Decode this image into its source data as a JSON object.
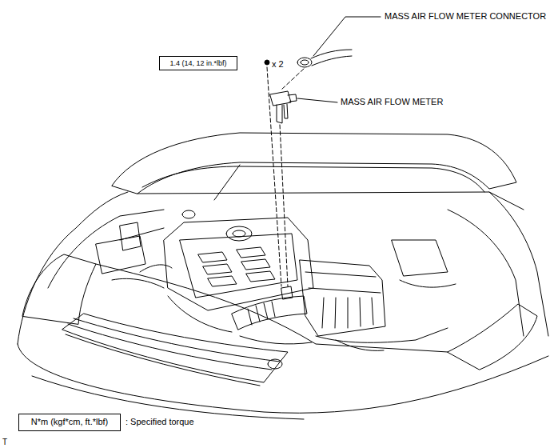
{
  "diagram": {
    "nodes": [
      {
        "text": [
          "1.4 (14, 12 in.*lbf)"
        ]
      },
      {
        "text": [
          "N*m (kgf*cm, ft.*lbf)"
        ]
      }
    ],
    "labels": [
      "MASS AIR FLOW METER CONNECTOR",
      "x 2",
      "MASS AIR FLOW METER",
      "T"
    ],
    "legend": [
      {
        "text": ": Specified torque"
      }
    ]
  }
}
